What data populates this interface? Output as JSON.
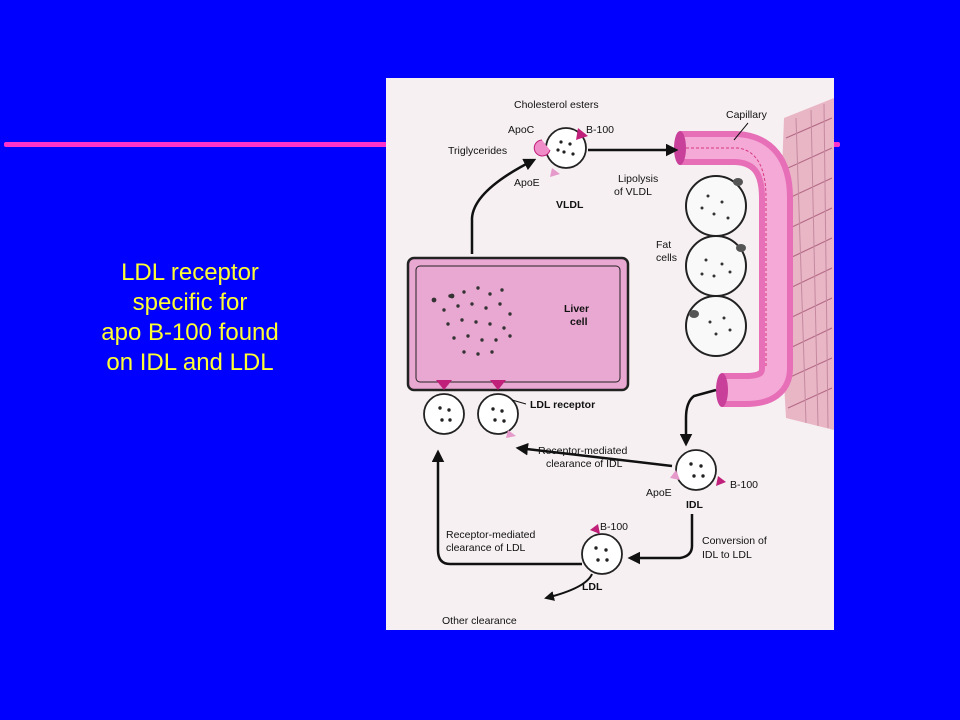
{
  "slide": {
    "lines": [
      "LDL receptor",
      "specific for",
      "apo B-100 found",
      "on IDL and LDL"
    ]
  },
  "colors": {
    "background": "#0000fe",
    "accent_line": "#ff33cc",
    "text": "#ffff33",
    "figure_pink": "#f0a8d8",
    "triangle_magenta": "#c0207a"
  },
  "figure": {
    "capillary": "Capillary",
    "cholesterol_esters": "Cholesterol esters",
    "apoc": "ApoC",
    "b100_vldl": "B-100",
    "triglycerides": "Triglycerides",
    "apoe_vldl": "ApoE",
    "vldl": "VLDL",
    "lipolysis_line1": "Lipolysis",
    "lipolysis_line2": "of VLDL",
    "fat_line1": "Fat",
    "fat_line2": "cells",
    "liver_line1": "Liver",
    "liver_line2": "cell",
    "ldl_receptor": "LDL receptor",
    "rm_idl_line1": "Receptor-mediated",
    "rm_idl_line2": "clearance of IDL",
    "apoe_idl": "ApoE",
    "b100_idl": "B-100",
    "idl": "IDL",
    "conv_line1": "Conversion of",
    "conv_line2": "IDL to LDL",
    "rm_ldl_line1": "Receptor-mediated",
    "rm_ldl_line2": "clearance of LDL",
    "b100_ldl": "B-100",
    "ldl": "LDL",
    "other_clearance": "Other clearance"
  }
}
